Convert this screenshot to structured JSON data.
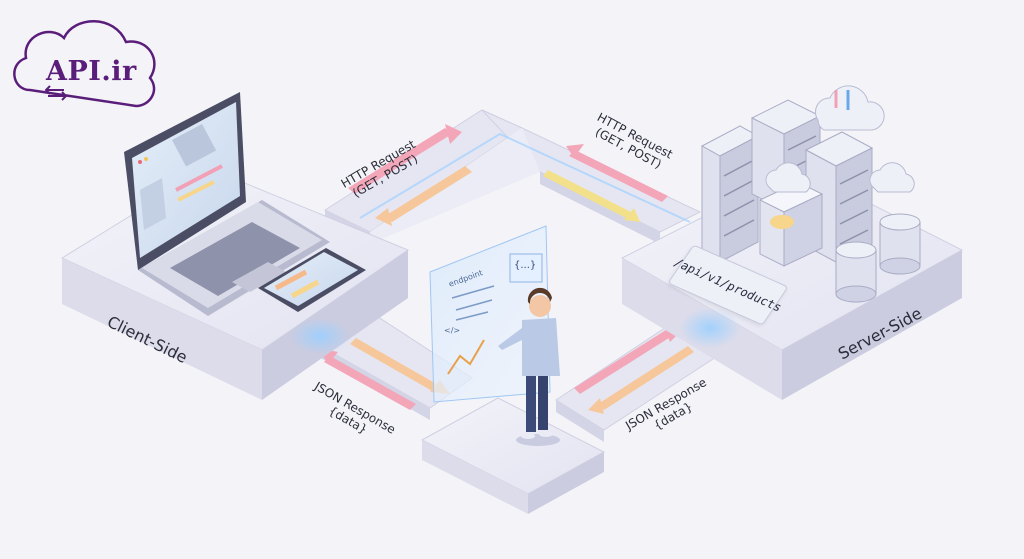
{
  "logo": {
    "text": "API.ir",
    "icon": "cloud-sync-icon"
  },
  "client": {
    "label": "Client-Side"
  },
  "server": {
    "label": "Server-Side",
    "endpoint": "/api/v1/products"
  },
  "flows": {
    "request_left": {
      "line1": "HTTP Request",
      "line2": "(GET, POST)"
    },
    "request_right": {
      "line1": "HTTP Request",
      "line2": "(GET, POST)"
    },
    "response_left": {
      "line1": "JSON Response",
      "line2": "{data}"
    },
    "response_right": {
      "line1": "JSON Response",
      "line2": "{data}"
    }
  },
  "panel": {
    "tag": "endpoint",
    "json_glyph": "{...}",
    "code_glyph": "</>"
  },
  "colors": {
    "platform_top": "#ebebf5",
    "platform_side": "#d5d6e8",
    "arrow_pink": "#f3a6b8",
    "arrow_orange": "#f6c79a",
    "arrow_yellow": "#f3e08a",
    "glow": "#7ab8ff",
    "brand": "#5a1e7a"
  }
}
